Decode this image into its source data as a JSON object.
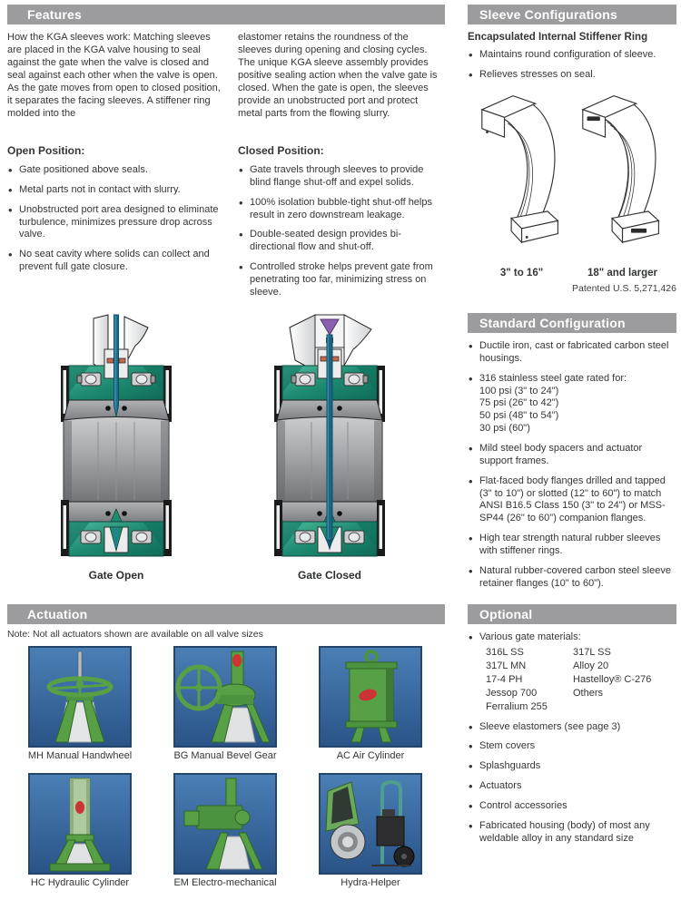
{
  "features": {
    "header": "Features",
    "intro_col1": "How the KGA sleeves work: Matching sleeves are placed in the KGA valve housing to seal against the gate when the valve is closed and seal against each other when the valve is open. As the gate moves from open to closed position, it separates the facing sleeves. A stiffener ring molded into the",
    "intro_col2": "elastomer retains the roundness of the sleeves during opening and closing cycles. The unique KGA sleeve assembly provides positive sealing action when the valve gate is closed. When the gate is open, the sleeves provide an unobstructed port and protect metal parts from the flowing slurry.",
    "open_position": {
      "heading": "Open Position:",
      "bullets": [
        "Gate positioned above seals.",
        "Metal parts not in contact with slurry.",
        "Unobstructed port area designed to eliminate turbulence, minimizes pressure drop across valve.",
        "No seat cavity where solids can collect and prevent full gate closure."
      ]
    },
    "closed_position": {
      "heading": "Closed Position:",
      "bullets": [
        "Gate travels through sleeves to provide blind flange shut-off and expel solids.",
        "100% isolation bubble-tight shut-off helps result in zero downstream leakage.",
        "Double-seated design provides bi-directional flow and shut-off.",
        "Controlled stroke helps prevent gate from penetrating too far, minimizing stress on sleeve."
      ]
    },
    "diagrams": [
      {
        "caption": "Gate Open"
      },
      {
        "caption": "Gate Closed"
      }
    ]
  },
  "sleeve_configurations": {
    "header": "Sleeve Configurations",
    "subheading": "Encapsulated Internal Stiffener Ring",
    "bullets": [
      "Maintains round configuration of sleeve.",
      "Relieves stresses on seal."
    ],
    "sizes": [
      {
        "label": "3\" to 16\""
      },
      {
        "label": "18\" and larger"
      }
    ],
    "patent": "Patented U.S. 5,271,426"
  },
  "standard_configuration": {
    "header": "Standard Configuration",
    "bullets": [
      {
        "text": "Ductile iron, cast or fabricated carbon steel housings."
      },
      {
        "text": "316 stainless steel gate rated for:",
        "sublines": [
          "100 psi (3\" to 24\")",
          "75 psi (26\" to 42\")",
          "50 psi (48\" to 54\")",
          "30 psi (60\")"
        ]
      },
      {
        "text": "Mild steel body spacers and actuator support frames."
      },
      {
        "text": "Flat-faced body flanges drilled and tapped (3\" to 10\") or slotted (12\" to 60\") to match ANSI B16.5 Class 150 (3\" to 24\") or MSS-SP44 (26\" to 60\") companion flanges."
      },
      {
        "text": "High tear strength natural rubber sleeves with stiffener rings."
      },
      {
        "text": "Natural rubber-covered carbon steel sleeve retainer flanges (10\" to 60\")."
      }
    ]
  },
  "optional": {
    "header": "Optional",
    "gate_materials_label": "Various gate materials:",
    "materials": [
      [
        "316L SS",
        "317L SS"
      ],
      [
        "317L MN",
        "Alloy 20"
      ],
      [
        "17-4 PH",
        "Hastelloy® C-276"
      ],
      [
        "Jessop 700",
        "Others"
      ],
      [
        "Ferralium 255",
        ""
      ]
    ],
    "bullets": [
      "Sleeve elastomers (see page 3)",
      "Stem covers",
      "Splashguards",
      "Actuators",
      "Control accessories",
      "Fabricated housing (body) of most any weldable alloy in any standard size"
    ]
  },
  "actuation": {
    "header": "Actuation",
    "note": "Note: Not all actuators shown are available on all valve sizes",
    "items": [
      {
        "caption": "MH Manual Handwheel"
      },
      {
        "caption": "BG Manual Bevel Gear"
      },
      {
        "caption": "AC Air Cylinder"
      },
      {
        "caption": "HC Hydraulic Cylinder"
      },
      {
        "caption": "EM Electro-mechanical"
      },
      {
        "caption": "Hydra-Helper"
      }
    ]
  },
  "colors": {
    "header_bar": "#9c9c9e",
    "sleeve_teal": "#1d8a70",
    "photo_blue": "#3a6ea8",
    "actuator_green": "#57a046",
    "stem_blue": "#1e7fa6",
    "gate_wedge_purple": "#8a5fb0",
    "seal_orange": "#c4694f"
  }
}
